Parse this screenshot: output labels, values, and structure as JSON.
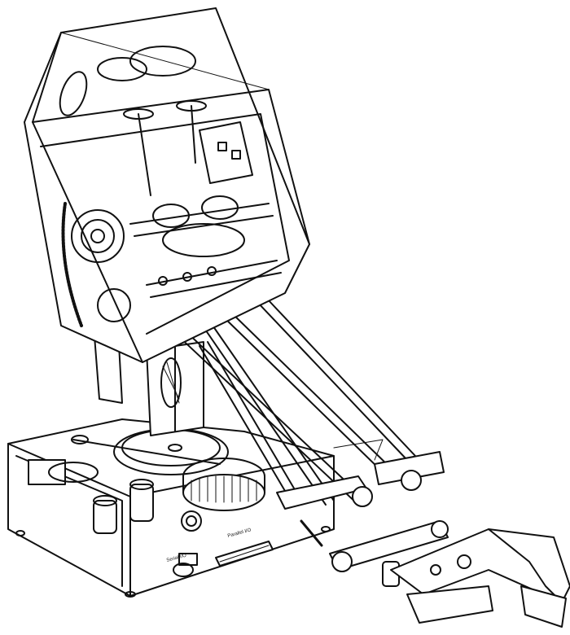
{
  "illustration": {
    "subject": "robot-arm",
    "labels": {
      "parallel_port": "Parallel I/O",
      "serial_port": "Serial I/O"
    },
    "colors": {
      "ink": "#111111",
      "paper": "#ffffff"
    }
  }
}
